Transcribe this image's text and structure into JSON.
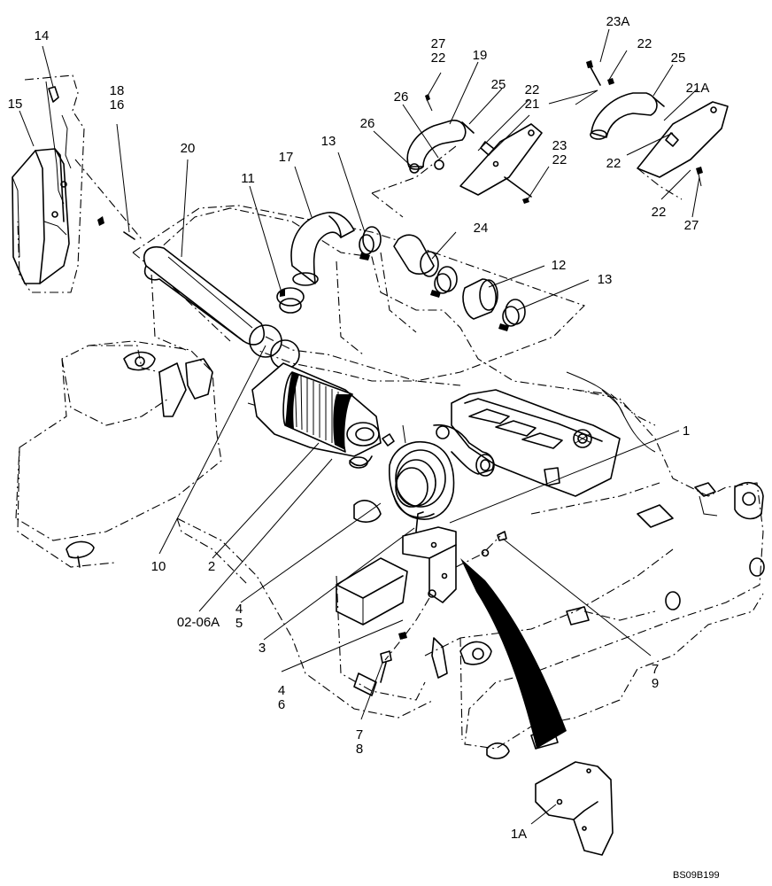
{
  "diagram": {
    "drawing_code": "BS09B199",
    "callouts": {
      "c14": "14",
      "c15": "15",
      "c18_16": "18\n16",
      "c20": "20",
      "c11": "11",
      "c17": "17",
      "c13a": "13",
      "c26a": "26",
      "c26b": "26",
      "c27_22a": "27\n22",
      "c19": "19",
      "c25a": "25",
      "c22_21": "22\n21",
      "c23_22": "23\n22",
      "c23A": "23A",
      "c22a": "22",
      "c25b": "25",
      "c21A": "21A",
      "c22b": "22",
      "c22c": "22",
      "c27": "27",
      "c24": "24",
      "c12": "12",
      "c13b": "13",
      "c1": "1",
      "c10": "10",
      "c2": "2",
      "c02_06A": "02-06A",
      "c4_5": "4\n5",
      "c3": "3",
      "c4_6": "4\n6",
      "c7_8": "7\n8",
      "c7_9": "7\n9",
      "c1A": "1A"
    }
  }
}
